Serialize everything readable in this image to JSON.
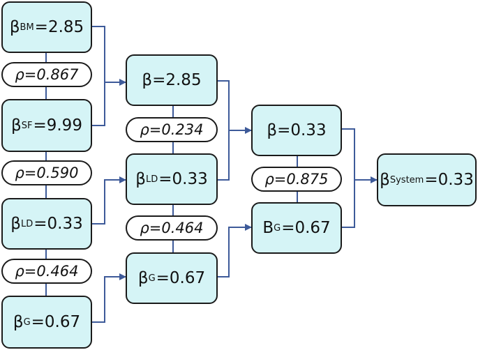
{
  "nodes": [
    {
      "id": "c1-bm",
      "sym": "β",
      "sub": "BM",
      "val": "=2.85"
    },
    {
      "id": "c1-sf",
      "sym": "β",
      "sub": "SF",
      "val": "=9.99"
    },
    {
      "id": "c1-ld",
      "sym": "β",
      "sub": "LD",
      "val": "=0.33"
    },
    {
      "id": "c1-g",
      "sym": "β",
      "sub": "G",
      "val": "=0.67"
    },
    {
      "id": "c2-top",
      "sym": "β",
      "sub": "",
      "val": "=2.85"
    },
    {
      "id": "c2-ld",
      "sym": "β",
      "sub": "LD",
      "val": "=0.33"
    },
    {
      "id": "c2-g",
      "sym": "β",
      "sub": "G",
      "val": "=0.67"
    },
    {
      "id": "c3-top",
      "sym": "β",
      "sub": "",
      "val": "=0.33"
    },
    {
      "id": "c3-g",
      "sym": "B",
      "sub": "G",
      "val": "=0.67"
    },
    {
      "id": "c4-sys",
      "sym": "β",
      "sub": "System",
      "val": "=0.33"
    }
  ],
  "correlations": [
    {
      "id": "rho-bm-sf",
      "label": "ρ=0.867"
    },
    {
      "id": "rho-sf-ld",
      "label": "ρ=0.590"
    },
    {
      "id": "rho-ld-g",
      "label": "ρ=0.464"
    },
    {
      "id": "rho-c2-top",
      "label": "ρ=0.234"
    },
    {
      "id": "rho-c2-bot",
      "label": "ρ=0.464"
    },
    {
      "id": "rho-c3",
      "label": "ρ=0.875"
    }
  ],
  "colors": {
    "box_fill": "#d5f4f6",
    "arrow": "#3d5a99",
    "border": "#1a1a1a"
  }
}
